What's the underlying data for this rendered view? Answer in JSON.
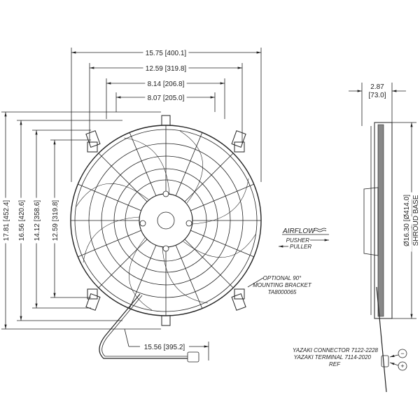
{
  "dimensions": {
    "top": [
      "15.75 [400.1]",
      "12.59 [319.8]",
      "8.14 [206.8]",
      "8.07 [205.0]"
    ],
    "left": [
      "17.81 [452.4]",
      "16.56 [420.6]",
      "14.12 [358.6]",
      "12.59 [319.8]"
    ],
    "bottom": "15.56 [395.2]",
    "depth_value": "2.87",
    "depth_metric": "[73.0]",
    "shroud": "Ø16.30 [Ø414.0]",
    "shroud_label": "SHROUD BASE"
  },
  "airflow": {
    "title": "AIRFLOW",
    "pusher": "PUSHER",
    "puller": "PULLER"
  },
  "bracket_note": [
    "OPTIONAL 90°",
    "MOUNTING BRACKET",
    "TA8000065"
  ],
  "connector_note": [
    "YAZAKI CONNECTOR 7122-2228",
    "YAZAKI TERMINAL 7114-2020",
    "REF"
  ],
  "polarity": {
    "negative": "−",
    "positive": "+"
  },
  "colors": {
    "line": "#222222",
    "background": "#ffffff"
  }
}
